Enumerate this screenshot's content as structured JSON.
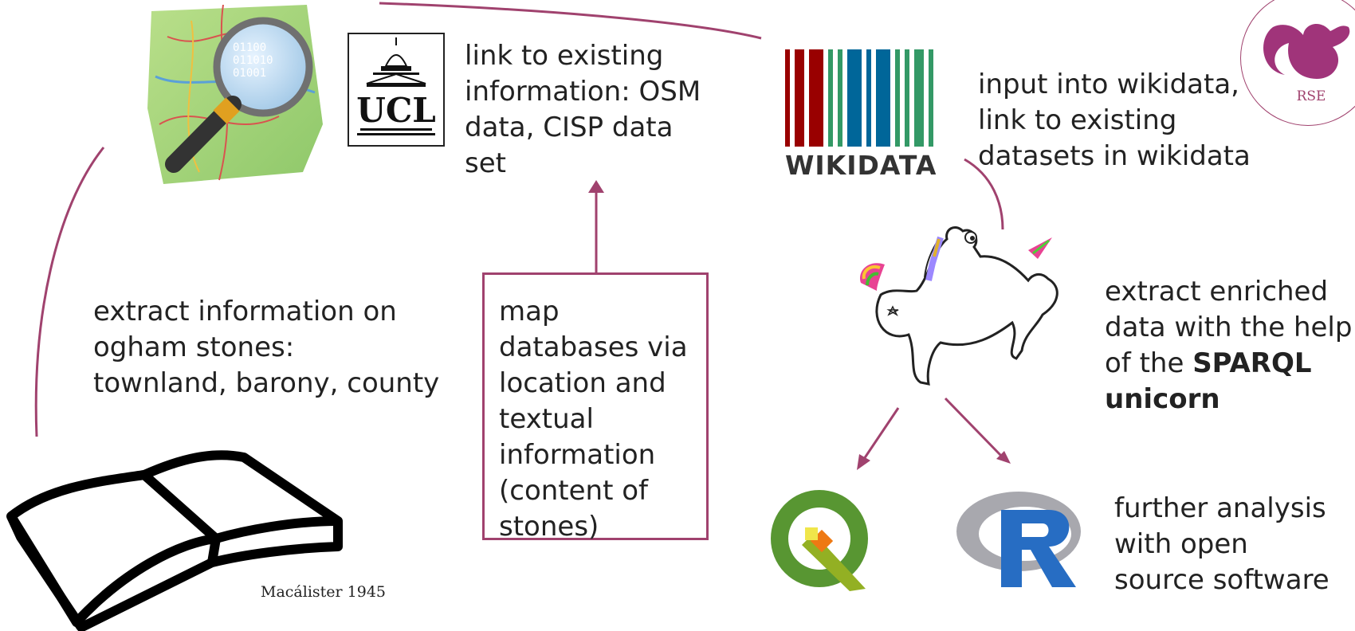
{
  "steps": {
    "extract_ogham": "extract information on\nogham stones:\ntownland, barony, county",
    "link_existing": "link to existing\ninformation: OSM\ndata, CISP data\nset",
    "map_databases": "map\ndatabases via\nlocation and\ntextual\ninformation\n(content of\nstones)",
    "wikidata_input": "input into wikidata,\nlink to existing\ndatasets in wikidata",
    "extract_enriched_prefix": "extract enriched\ndata with the help\nof the ",
    "extract_enriched_bold": "SPARQL\nunicorn",
    "further_analysis": "further analysis\nwith open\nsource software"
  },
  "labels": {
    "ucl": "UCL",
    "wikidata": "WIKIDATA",
    "rse": "RSE",
    "osm_binary": "01100\n011010\n01001",
    "book_caption": "Macálister 1945"
  },
  "colors": {
    "arrow": "#a0426e",
    "wikidata_red": "#990000",
    "wikidata_green": "#339966",
    "wikidata_blue": "#006699",
    "qgis_green": "#589632",
    "qgis_yellow": "#ee7913",
    "r_blue": "#276dc3",
    "r_gray": "#a8a8ae"
  },
  "icons": [
    "osm-map-icon",
    "ucl-logo-icon",
    "wikidata-logo-icon",
    "rse-squirrel-icon",
    "unicorn-icon",
    "qgis-icon",
    "r-logo-icon",
    "open-book-icon"
  ]
}
